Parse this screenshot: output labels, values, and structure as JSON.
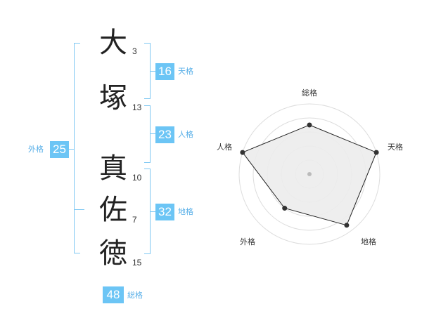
{
  "name_chars": [
    {
      "char": "大",
      "strokes": "3"
    },
    {
      "char": "塚",
      "strokes": "13"
    },
    {
      "char": "真",
      "strokes": "10"
    },
    {
      "char": "佐",
      "strokes": "7"
    },
    {
      "char": "徳",
      "strokes": "15"
    }
  ],
  "kaku": {
    "tenkaku": {
      "value": "16",
      "label": "天格"
    },
    "jinkaku": {
      "value": "23",
      "label": "人格"
    },
    "chikaku": {
      "value": "32",
      "label": "地格"
    },
    "gaikaku": {
      "value": "25",
      "label": "外格"
    },
    "soukaku": {
      "value": "48",
      "label": "総格"
    }
  },
  "radar": {
    "axes": [
      "総格",
      "天格",
      "地格",
      "外格",
      "人格"
    ],
    "values": [
      0.7,
      1.0,
      0.9,
      0.6,
      1.0
    ]
  },
  "colors": {
    "accent": "#6cc5f5",
    "bracket": "#7fc8f2",
    "label": "#5ab0e8"
  }
}
